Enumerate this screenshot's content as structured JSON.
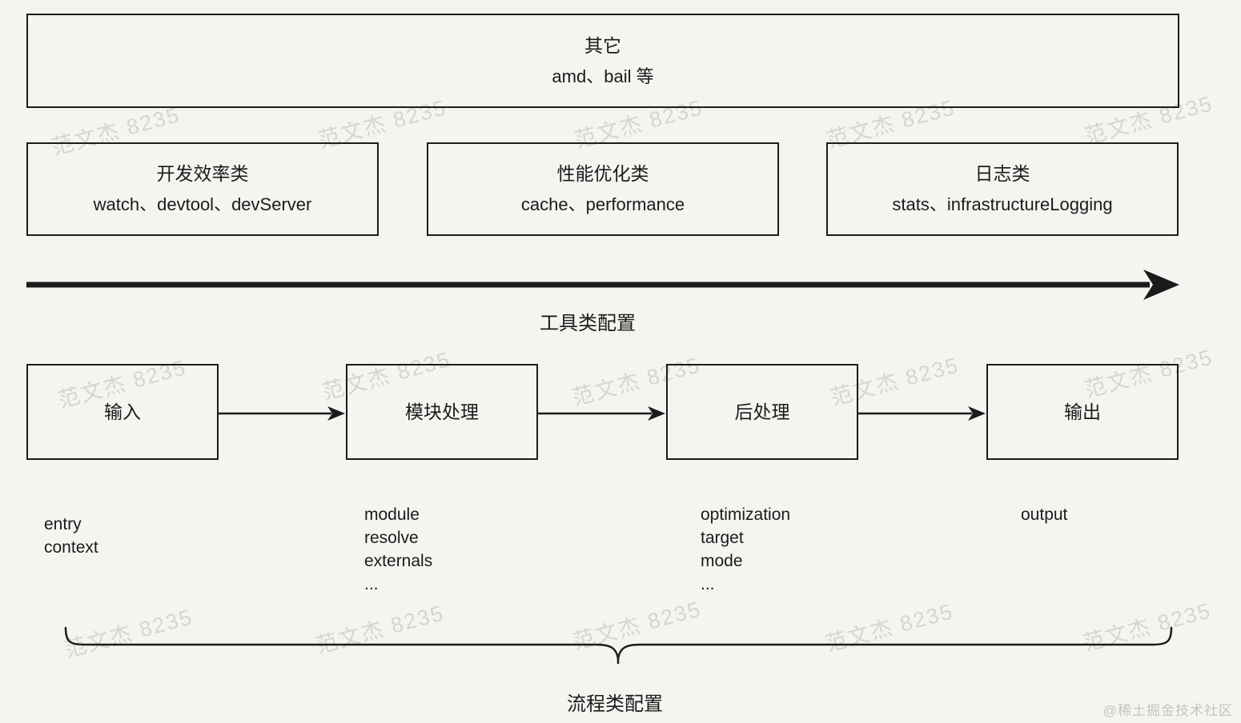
{
  "colors": {
    "background": "#f4f4f1",
    "line": "#1b1b1b",
    "watermark": "#9a9a90",
    "site_watermark": "#c3c3c0"
  },
  "other_box": {
    "title": "其它",
    "subtitle": "amd、bail 等"
  },
  "category_boxes": [
    {
      "title": "开发效率类",
      "subtitle": "watch、devtool、devServer"
    },
    {
      "title": "性能优化类",
      "subtitle": "cache、performance"
    },
    {
      "title": "日志类",
      "subtitle": "stats、infrastructureLogging"
    }
  ],
  "tools_arrow_label": "工具类配置",
  "flow_steps": [
    {
      "label": "输入",
      "options": [
        "entry",
        "context"
      ]
    },
    {
      "label": "模块处理",
      "options": [
        "module",
        "resolve",
        "externals",
        "..."
      ]
    },
    {
      "label": "后处理",
      "options": [
        "optimization",
        "target",
        "mode",
        "..."
      ]
    },
    {
      "label": "输出",
      "options": [
        "output"
      ]
    }
  ],
  "flow_brace_label": "流程类配置",
  "watermark": {
    "text": "范文杰 8235",
    "site": "@稀土掘金技术社区"
  }
}
